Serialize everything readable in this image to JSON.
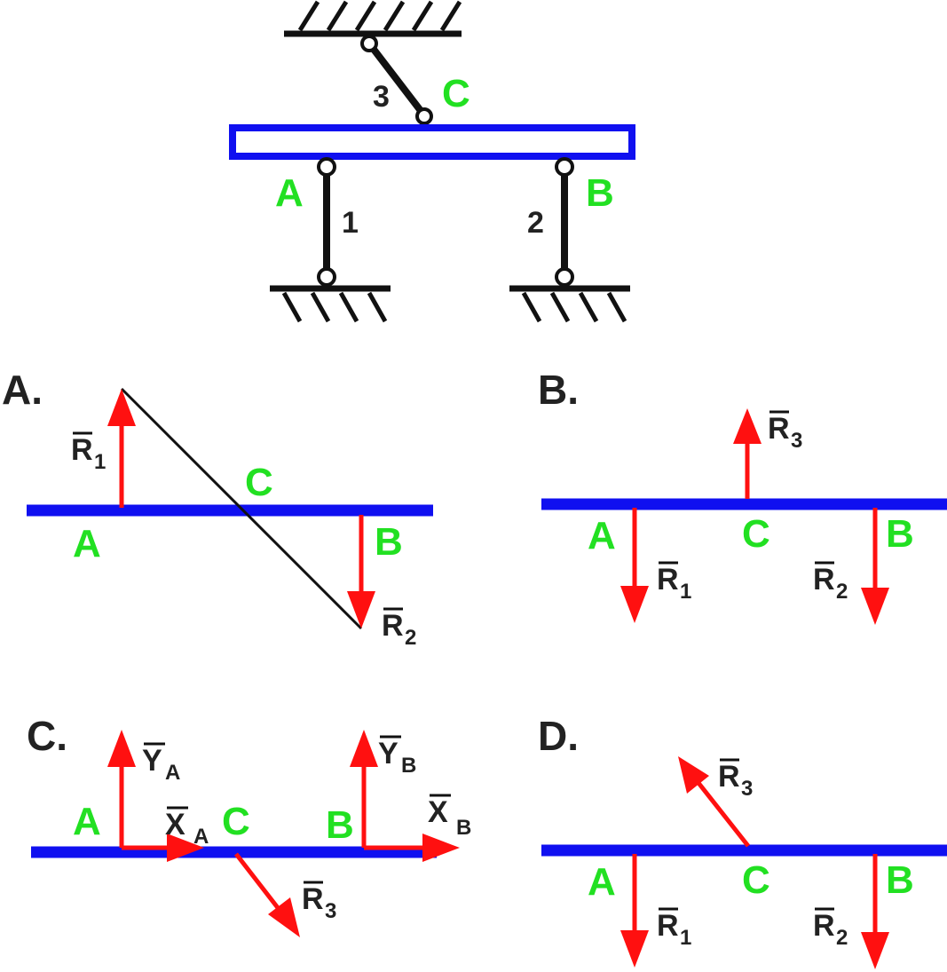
{
  "scheme": {
    "points": {
      "A": "A",
      "B": "B",
      "C": "C"
    },
    "rods": {
      "rod1": "1",
      "rod2": "2",
      "rod3": "3"
    }
  },
  "options": {
    "a": {
      "label": "A.",
      "points": {
        "A": "A",
        "B": "B",
        "C": "C"
      },
      "forces": [
        {
          "letter": "R",
          "sub": "1"
        },
        {
          "letter": "R",
          "sub": "2"
        }
      ]
    },
    "b": {
      "label": "B.",
      "points": {
        "A": "A",
        "B": "B",
        "C": "C"
      },
      "forces": [
        {
          "letter": "R",
          "sub": "3"
        },
        {
          "letter": "R",
          "sub": "1"
        },
        {
          "letter": "R",
          "sub": "2"
        }
      ]
    },
    "c": {
      "label": "C.",
      "points": {
        "A": "A",
        "B": "B",
        "C": "C"
      },
      "forces": [
        {
          "letter": "Y",
          "sub": "A"
        },
        {
          "letter": "X",
          "sub": "A"
        },
        {
          "letter": "Y",
          "sub": "B"
        },
        {
          "letter": "X",
          "sub": "B"
        },
        {
          "letter": "R",
          "sub": "3"
        }
      ]
    },
    "d": {
      "label": "D.",
      "points": {
        "A": "A",
        "B": "B",
        "C": "C"
      },
      "forces": [
        {
          "letter": "R",
          "sub": "3"
        },
        {
          "letter": "R",
          "sub": "1"
        },
        {
          "letter": "R",
          "sub": "2"
        }
      ]
    }
  },
  "colors": {
    "beam": "#1010f0",
    "force": "#ff1010",
    "point_label": "#22e022",
    "structure": "#111111"
  }
}
